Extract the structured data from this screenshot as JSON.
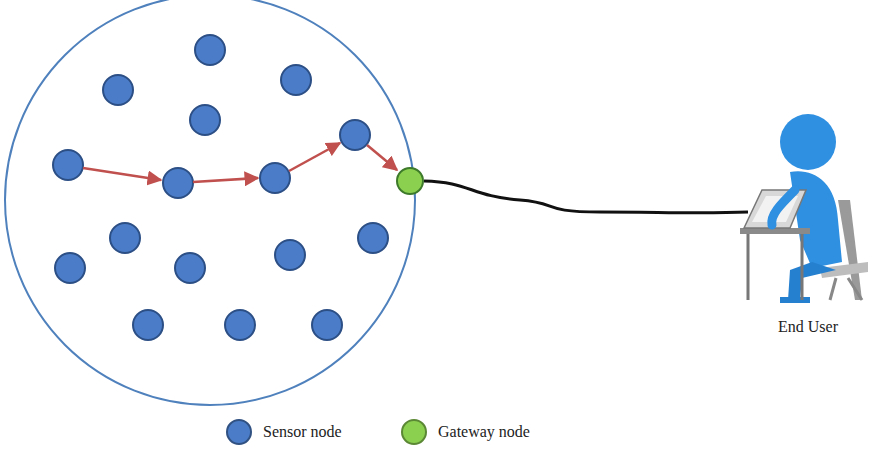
{
  "diagram": {
    "nodes": [
      {
        "text": [
          "End User"
        ]
      }
    ],
    "legend": [
      {
        "text": "Sensor node",
        "color": "#4a7cc7"
      },
      {
        "text": "Gateway node",
        "color": "#8cd050"
      }
    ]
  }
}
